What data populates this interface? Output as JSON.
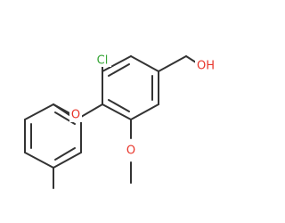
{
  "molecule": {
    "atoms": {
      "chlorine": {
        "label": "Cl",
        "color": "#36a536"
      },
      "ether_oxygen": {
        "label": "O",
        "color": "#e8352a"
      },
      "methoxy_oxygen": {
        "label": "O",
        "color": "#e8352a"
      },
      "hydroxyl": {
        "label": "OH",
        "color": "#e8352a"
      }
    },
    "bond_color": "#333333",
    "background": "#ffffff"
  }
}
